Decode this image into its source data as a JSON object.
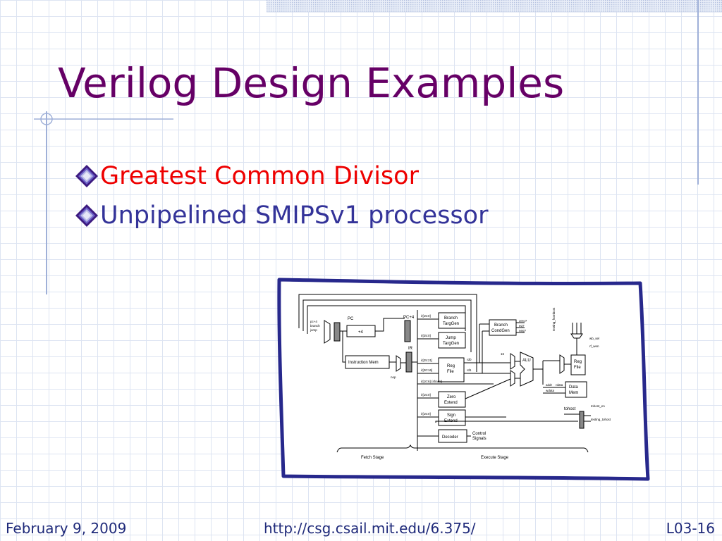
{
  "slide": {
    "title": "Verilog Design Examples",
    "bullets": [
      {
        "text": "Greatest Common Divisor",
        "color": "#ee0000"
      },
      {
        "text": "Unpipelined SMIPSv1 processor",
        "color": "#333399"
      }
    ],
    "bullet_icon": "diamond-bullet-icon",
    "title_color": "#660066"
  },
  "diagram": {
    "pc": "PC",
    "pc4": "PC+4",
    "ir": "IR",
    "plus4": "+4",
    "instruction_mem": "Instruction Mem",
    "branch_targgen": [
      "Branch",
      "TargGen"
    ],
    "jump_targgen": [
      "Jump",
      "TargGen"
    ],
    "branch_condgen": [
      "Branch",
      "CondGen"
    ],
    "reg_file": [
      "Reg",
      "File"
    ],
    "reg_file2": [
      "Reg",
      "File"
    ],
    "zero_extend": [
      "Zero",
      "Extend"
    ],
    "sign_extend": [
      "Sign",
      "Extend"
    ],
    "decoder": "Decoder",
    "control_signals": [
      "Control",
      "Signals"
    ],
    "alu": "ALU",
    "data_mem": [
      "Data",
      "Mem"
    ],
    "tohost": "tohost",
    "fetch_stage": "Fetch Stage",
    "execute_stage": "Execute Stage",
    "ir_fields": [
      "ir[15:0]",
      "ir[25:0]",
      "ir[25:21]",
      "ir[20:16]",
      "ir[10:6] (shamt)",
      "ir[15:0]",
      "ir[15:0]"
    ],
    "cond_outputs": [
      "zero?",
      "eq?",
      "neg?"
    ],
    "misc": [
      "pc+4",
      "branch",
      "jump",
      "rd0",
      "rd1",
      "addr",
      "wdata",
      "rdata",
      "wb_sel",
      "rf_wen",
      "tohost_en",
      "testing_tohost",
      "testing_fromhost",
      "nop",
      "16"
    ]
  },
  "footer": {
    "date": "February 9, 2009",
    "url": "http://csg.csail.mit.edu/6.375/",
    "slide_number": "L03-16"
  }
}
